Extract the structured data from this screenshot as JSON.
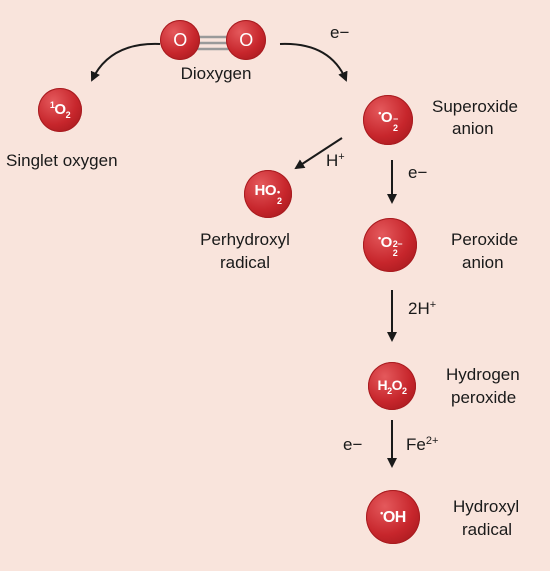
{
  "colors": {
    "background": "#f9e4dc",
    "molecule_red": "#c7262c",
    "arrow": "#1a1a1a"
  },
  "dioxygen": {
    "atom_left": "O",
    "atom_right": "O",
    "label": "Dioxygen"
  },
  "singlet": {
    "formula_sup": "1",
    "formula_base": "O",
    "formula_sub": "2",
    "label": "Singlet oxygen"
  },
  "superoxide": {
    "dot": "•",
    "base": "O",
    "sub": "2",
    "sup": "−",
    "label_line1": "Superoxide",
    "label_line2": "anion"
  },
  "perhydroxyl": {
    "base": "HO",
    "sub": "2",
    "dot": "•",
    "label_line1": "Perhydroxyl",
    "label_line2": "radical"
  },
  "peroxide": {
    "dot": "•",
    "base": "O",
    "sub": "2",
    "sup": "2−",
    "label_line1": "Peroxide",
    "label_line2": "anion"
  },
  "hydrogen_peroxide": {
    "h": "H",
    "sub1": "2",
    "o": "O",
    "sub2": "2",
    "label_line1": "Hydrogen",
    "label_line2": "peroxide"
  },
  "hydroxyl": {
    "dot": "•",
    "base": "OH",
    "label_line1": "Hydroxyl",
    "label_line2": "radical"
  },
  "arrow_labels": {
    "e1": "e−",
    "h_plus_base": "H",
    "h_plus_sup": "+",
    "e2": "e−",
    "two_h_base": "2H",
    "two_h_sup": "+",
    "e3": "e−",
    "fe_base": "Fe",
    "fe_sup": "2+"
  }
}
